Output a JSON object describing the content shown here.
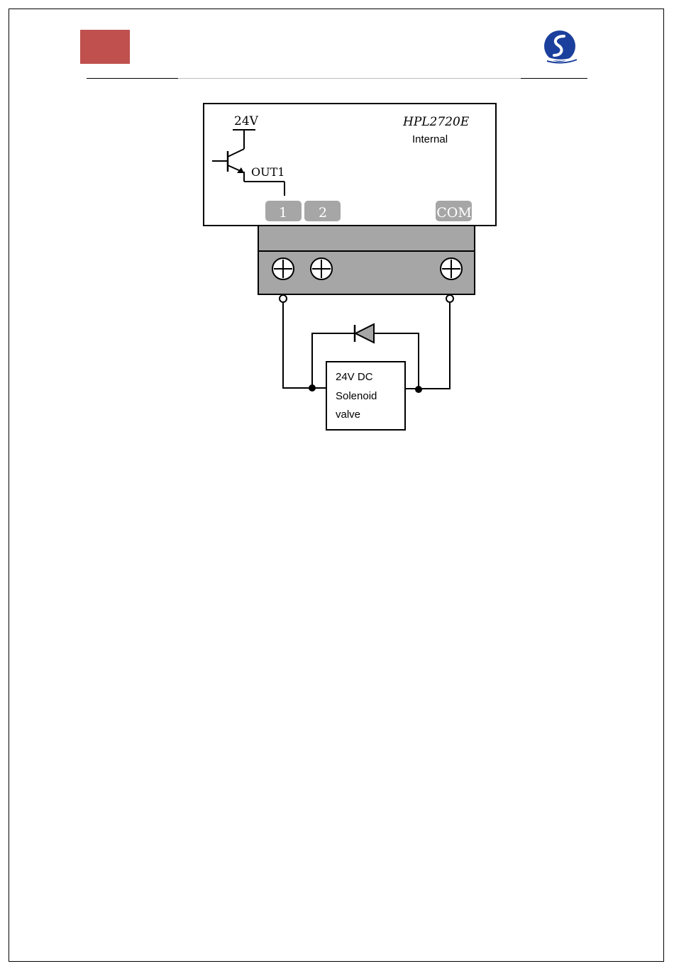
{
  "header": {
    "accent_color": "#c0504d",
    "logo_icon": "company-logo-icon"
  },
  "diagram": {
    "supply_label": "24V",
    "model_label": "HPL2720E",
    "internal_label": "Internal",
    "output_label": "OUT1",
    "terminal_1_label": "1",
    "terminal_2_label": "2",
    "terminal_com_label": "COM",
    "load_line_1": "24V DC",
    "load_line_2": "Solenoid",
    "load_line_3": "valve"
  }
}
